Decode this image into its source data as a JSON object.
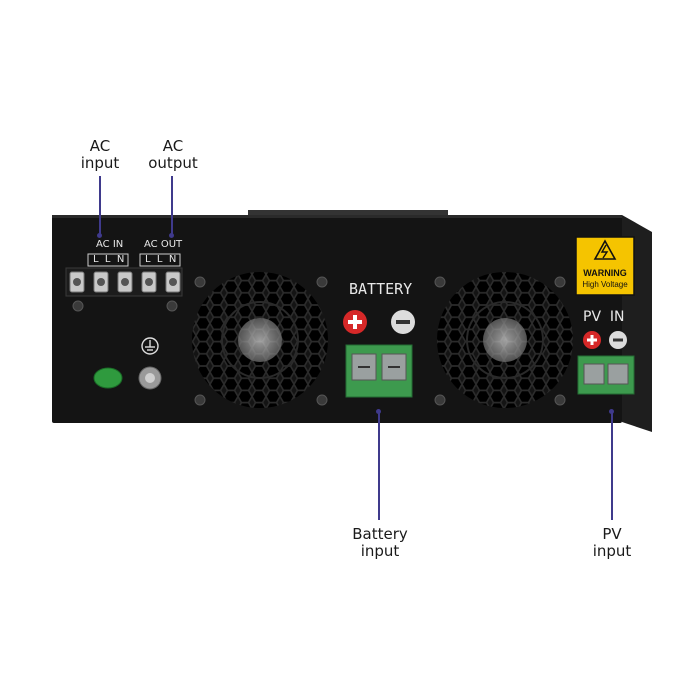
{
  "callouts": {
    "ac_input": [
      "AC",
      "input"
    ],
    "ac_output": [
      "AC",
      "output"
    ],
    "battery_input": [
      "Battery",
      "input"
    ],
    "pv_input": [
      "PV",
      "input"
    ]
  },
  "panel_labels": {
    "ac_in": "AC  IN",
    "ac_in_terminals": "L  L  N",
    "ac_out": "AC  OUT",
    "ac_out_terminals": "L  L  N",
    "battery": "BATTERY",
    "pv_in": "PV  IN",
    "warning_title": "WARNING",
    "warning_sub": "High Voltage"
  },
  "colors": {
    "chassis": "#141414",
    "pointer": "#3f3a8c",
    "terminal_green": "#3d9a4e",
    "plus_red": "#d62828",
    "warning_yellow": "#f5c400"
  },
  "icons": [
    "lightning-icon",
    "ground-icon",
    "plus-icon",
    "minus-icon",
    "fan-icon"
  ]
}
